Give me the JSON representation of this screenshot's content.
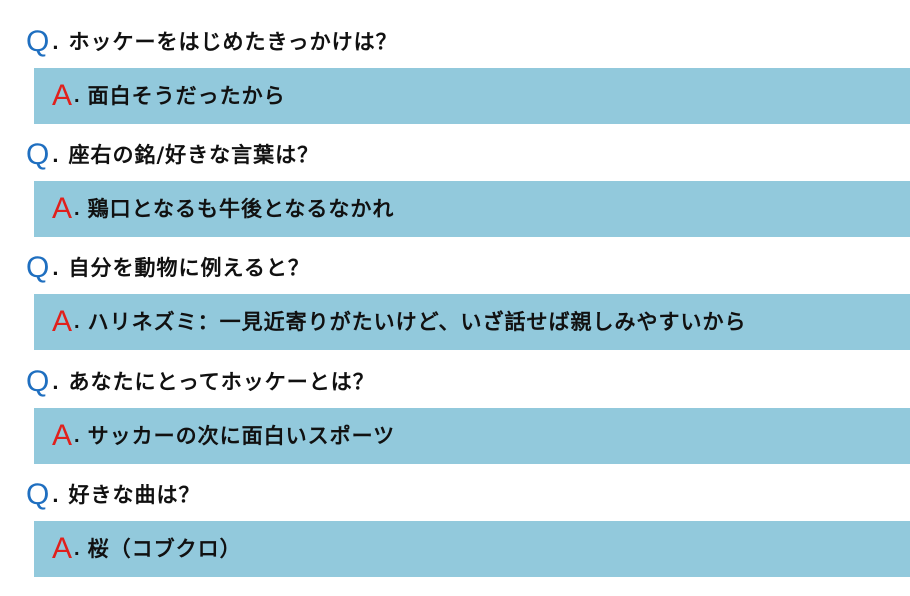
{
  "colors": {
    "question_mark": "#1f6fc0",
    "answer_mark": "#e0201c",
    "answer_background": "#92c9dc",
    "text": "#111111"
  },
  "items": [
    {
      "q_mark": "Q",
      "q_dot": ".",
      "question": "ホッケーをはじめたきっかけは？",
      "a_mark": "A",
      "a_dot": ".",
      "answer": "面白そうだったから"
    },
    {
      "q_mark": "Q",
      "q_dot": ".",
      "question": "座右の銘/好きな言葉は？",
      "a_mark": "A",
      "a_dot": ".",
      "answer": "鶏口となるも牛後となるなかれ"
    },
    {
      "q_mark": "Q",
      "q_dot": ".",
      "question": "自分を動物に例えると？",
      "a_mark": "A",
      "a_dot": ".",
      "answer": "ハリネズミ：一見近寄りがたいけど、いざ話せば親しみやすいから"
    },
    {
      "q_mark": "Q",
      "q_dot": ".",
      "question": "あなたにとってホッケーとは？",
      "a_mark": "A",
      "a_dot": ".",
      "answer": "サッカーの次に面白いスポーツ"
    },
    {
      "q_mark": "Q",
      "q_dot": ".",
      "question": "好きな曲は？",
      "a_mark": "A",
      "a_dot": ".",
      "answer": "桜（コブクロ）"
    }
  ]
}
